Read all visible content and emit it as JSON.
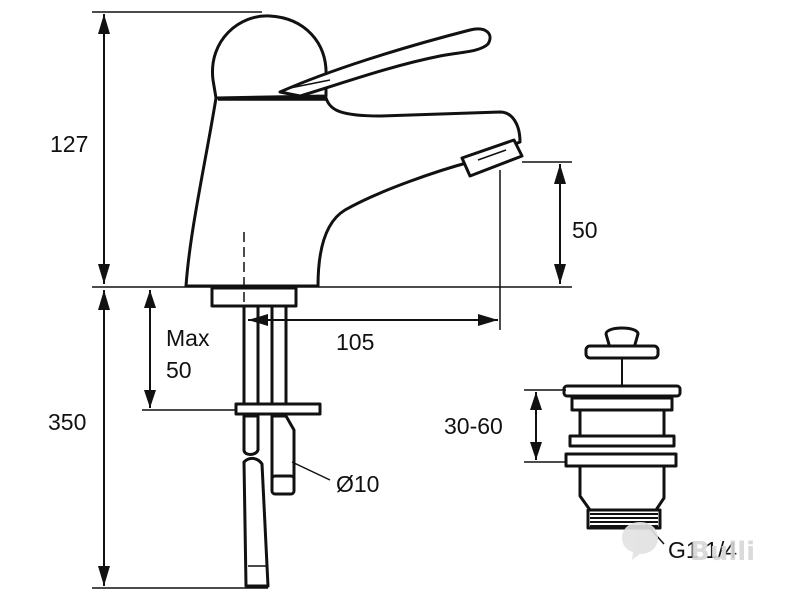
{
  "dimensions": {
    "faucet_height": "127",
    "spout_clearance": "50",
    "spout_reach": "105",
    "max_label_line1": "Max",
    "max_label_line2": "50",
    "below_counter": "350",
    "pipe_diameter": "Ø10",
    "drain_range": "30-60",
    "thread": "G1 1/4"
  },
  "watermark": {
    "text": "Bulli",
    "icon": "chat-bubble-logo"
  },
  "colors": {
    "line": "#111111",
    "background": "#ffffff",
    "watermark": "#d6d6d6"
  }
}
